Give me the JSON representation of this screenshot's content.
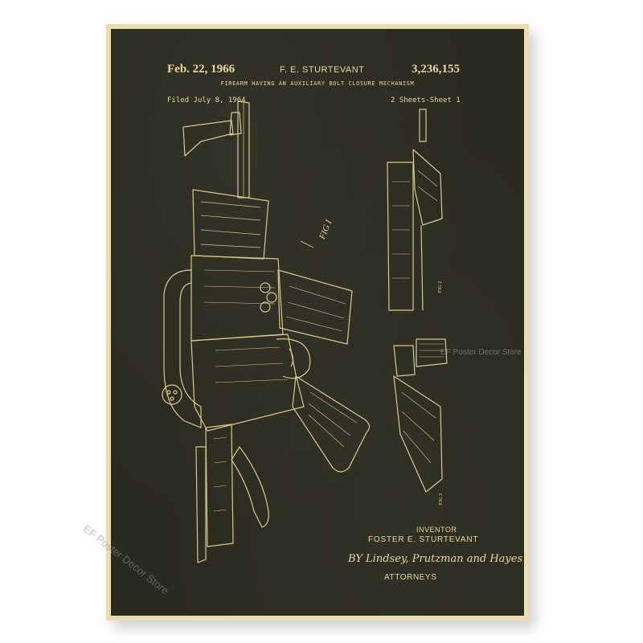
{
  "patent": {
    "date": "Feb. 22, 1966",
    "inventor_header": "F. E. STURTEVANT",
    "number": "3,236,155",
    "title": "FIREARM HAVING AN AUXILIARY BOLT CLOSURE MECHANISM",
    "filed": "Filed July 8, 1964",
    "sheets": "2 Sheets-Sheet 1",
    "fig_main": "FIG I",
    "fig_2": "FIG 2",
    "fig_3": "FIG 3",
    "inventor_label": "INVENTOR",
    "inventor_name": "FOSTER E. STURTEVANT",
    "signature": "BY Lindsey, Prutzman and Hayes",
    "attorneys_label": "ATTORNEYS"
  },
  "watermarks": {
    "center": "EF Poster Decor Store",
    "bottom_left": "EF Poster Decor Store"
  },
  "colors": {
    "poster_background": "#2b2a1f",
    "ink": "#e6d7a3",
    "frame": "#e9dcae"
  }
}
